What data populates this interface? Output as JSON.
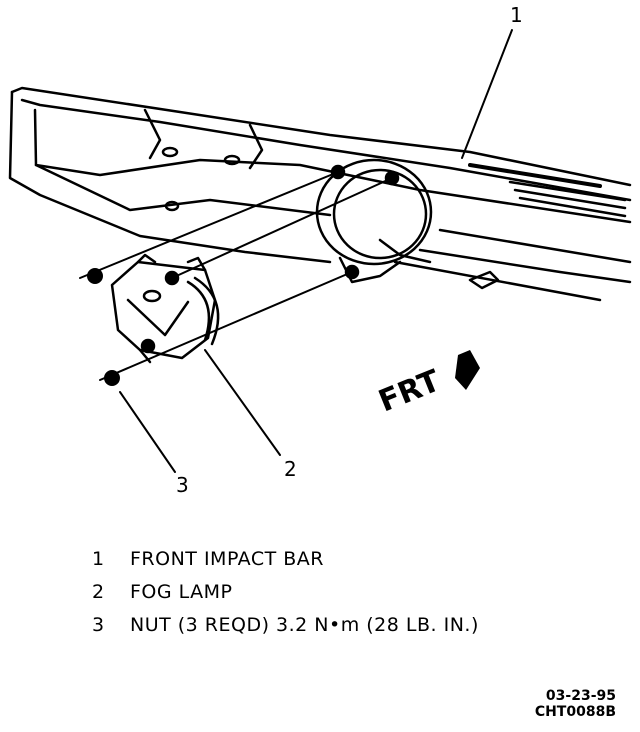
{
  "diagram": {
    "callouts": [
      "1",
      "2",
      "3"
    ],
    "direction_label": "FRT"
  },
  "legend": [
    {
      "number": "1",
      "text": "FRONT IMPACT BAR"
    },
    {
      "number": "2",
      "text": "FOG LAMP"
    },
    {
      "number": "3",
      "text": "NUT (3 REQD) 3.2 N•m (28 LB. IN.)"
    }
  ],
  "footer": {
    "date": "03-23-95",
    "code": "CHT0088B"
  }
}
